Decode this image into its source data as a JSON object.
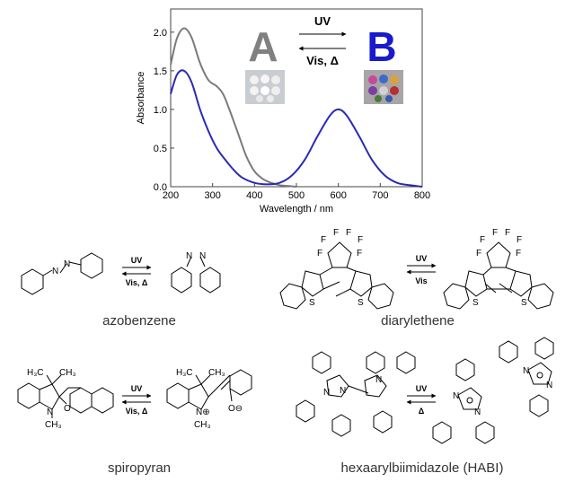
{
  "chart_data": {
    "type": "line",
    "xlabel": "Wavelength  / nm",
    "ylabel": "Absorbance",
    "xlim": [
      200,
      800
    ],
    "ylim": [
      0,
      2.3
    ],
    "x_ticks": [
      "200",
      "300",
      "400",
      "500",
      "600",
      "700",
      "800"
    ],
    "y_ticks": [
      "0.0",
      "0.5",
      "1.0",
      "1.5",
      "2.0"
    ],
    "series": [
      {
        "name": "A",
        "color": "#7a7a7a",
        "x": [
          200,
          215,
          232,
          250,
          270,
          290,
          310,
          325,
          340,
          360,
          380,
          400,
          420,
          440,
          460,
          480,
          500
        ],
        "y": [
          1.58,
          1.92,
          2.05,
          1.93,
          1.6,
          1.38,
          1.3,
          1.2,
          1.0,
          0.7,
          0.4,
          0.2,
          0.1,
          0.05,
          0.02,
          0.01,
          0.0
        ]
      },
      {
        "name": "B",
        "color": "#2a2ab4",
        "x": [
          200,
          215,
          232,
          250,
          270,
          290,
          310,
          330,
          350,
          370,
          400,
          430,
          460,
          490,
          520,
          550,
          580,
          600,
          620,
          650,
          680,
          710,
          740,
          770,
          800
        ],
        "y": [
          1.2,
          1.45,
          1.5,
          1.35,
          1.0,
          0.72,
          0.5,
          0.35,
          0.22,
          0.12,
          0.05,
          0.03,
          0.05,
          0.15,
          0.35,
          0.65,
          0.92,
          1.0,
          0.92,
          0.65,
          0.35,
          0.15,
          0.05,
          0.02,
          0.0
        ]
      }
    ]
  },
  "legend": {
    "a_label": "A",
    "b_label": "B",
    "a_color": "#808080",
    "b_color": "#1a1acc"
  },
  "switch": {
    "forward": "UV",
    "reverse": "Vis, Δ"
  },
  "molecules": [
    {
      "name": "azobenzene",
      "forward": "UV",
      "reverse": "Vis, Δ"
    },
    {
      "name": "diarylethene",
      "forward": "UV",
      "reverse": "Vis"
    },
    {
      "name": "spiropyran",
      "forward": "UV",
      "reverse": "Vis, Δ"
    },
    {
      "name": "hexaarylbiimidazole (HABI)",
      "forward": "UV",
      "reverse": "Δ"
    }
  ],
  "atoms": {
    "N": "N",
    "S": "S",
    "O": "O",
    "F": "F",
    "h3c": "H₃C",
    "ch3": "CH₃",
    "oneg": "O⊖",
    "npos": "N⊕"
  }
}
